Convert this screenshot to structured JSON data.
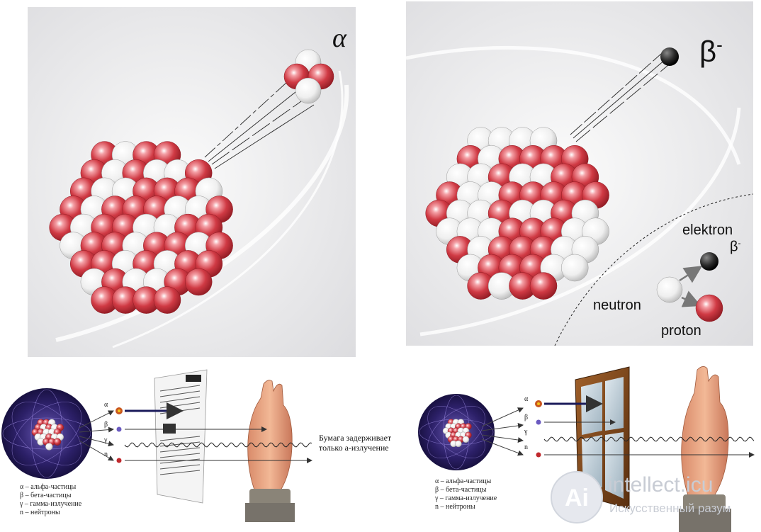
{
  "alpha_panel": {
    "symbol": "α"
  },
  "beta_panel": {
    "symbol": "β",
    "symbol_sup": "-",
    "electron_label": "elektron",
    "electron_sub": "β",
    "electron_sub_sup": "-",
    "neutron_label": "neutron",
    "proton_label": "proton"
  },
  "paper_scene": {
    "particles": [
      "α",
      "β",
      "γ",
      "n"
    ],
    "legend": [
      "α – альфа-частицы",
      "β – бета-частицы",
      "γ – гамма-излучение",
      "n – нейтроны"
    ],
    "caption_line1": "Бумага задерживает",
    "caption_line2": "только а-излучение"
  },
  "window_scene": {
    "particles": [
      "α",
      "β",
      "γ",
      "n"
    ],
    "legend": [
      "α – альфа-частицы",
      "β – бета-частицы",
      "γ – гамма-излучение",
      "n – нейтроны"
    ]
  },
  "watermark": {
    "brand": "intellect.icu",
    "tagline": "Искусственный разум"
  },
  "colors": {
    "proton_red": "#d03a44",
    "neutron_white": "#f2f2f2",
    "panel_bg": "#e9e9eb",
    "electron_dark": "#2a2a2a",
    "atom_purple": "#3a2a7a"
  }
}
